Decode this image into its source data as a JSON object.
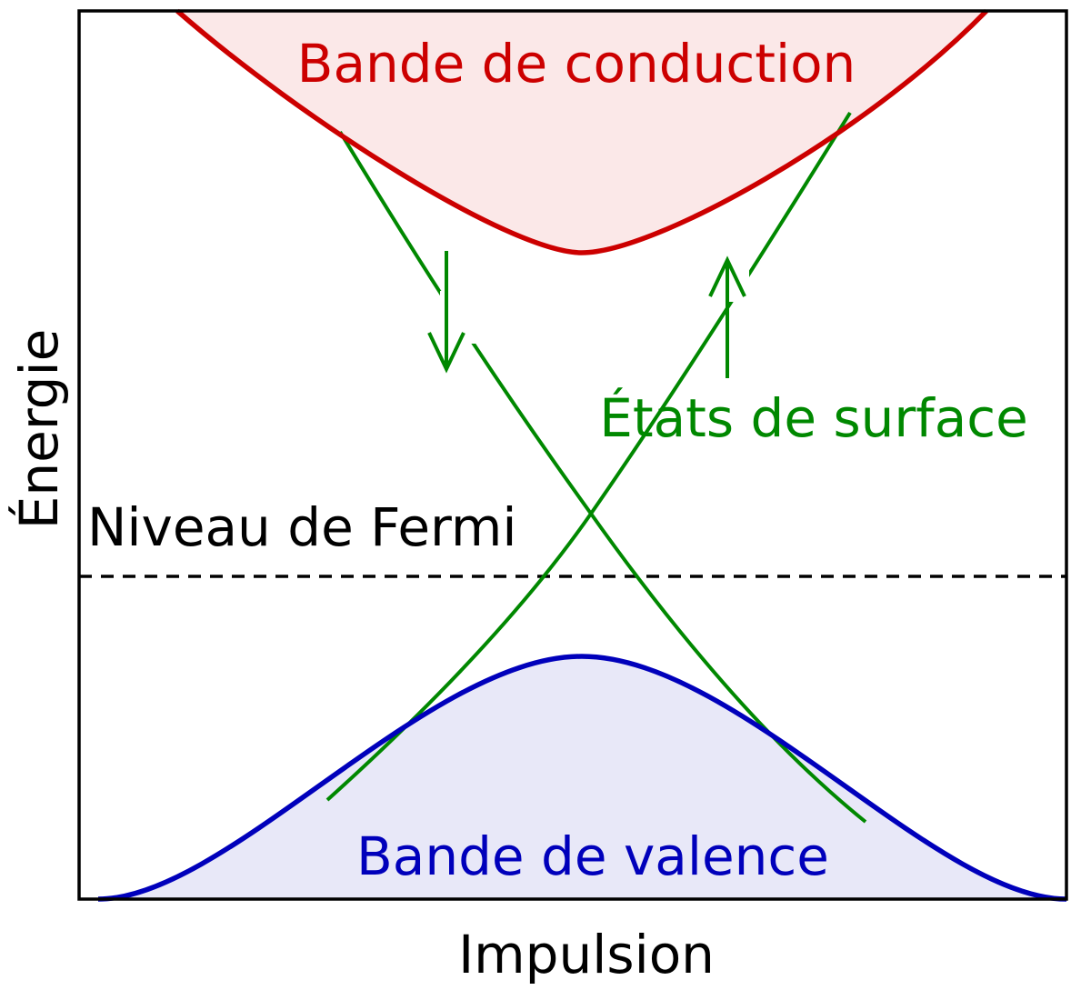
{
  "labels": {
    "conduction_band": "Bande de conduction",
    "valence_band": "Bande de valence",
    "surface_states": "États de surface",
    "fermi_level": "Niveau de Fermi",
    "x_axis": "Impulsion",
    "y_axis": "Énergie"
  },
  "colors": {
    "conduction_line": "#cc0000",
    "conduction_fill": "#fbe8e8",
    "valence_line": "#0000bb",
    "valence_fill": "#e8e8f8",
    "surface_states": "#008800",
    "fermi_line": "#000000",
    "frame": "#000000"
  },
  "icons": {
    "spin_down": "arrow-down-icon",
    "spin_up": "arrow-up-icon"
  }
}
